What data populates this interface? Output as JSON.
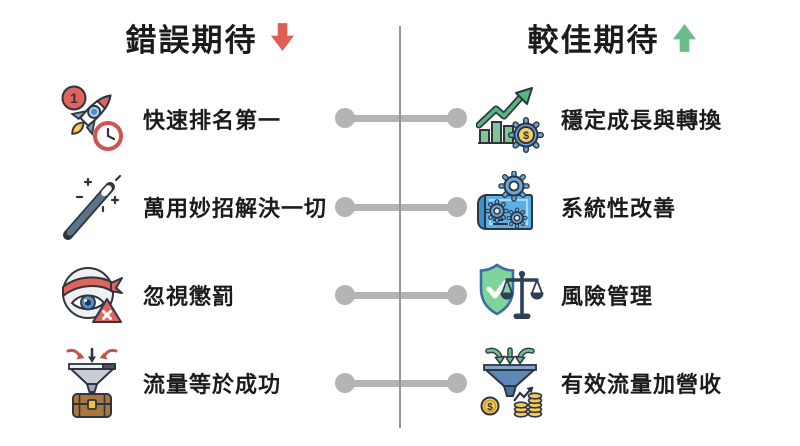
{
  "colors": {
    "accent_red": "#df5f57",
    "accent_green": "#68bd88",
    "connector_gray": "#b4b4b4",
    "divider_gray": "#919599",
    "text": "#1b1b1b"
  },
  "left": {
    "title": "錯誤期待",
    "arrow": "down",
    "items": [
      {
        "label": "快速排名第一",
        "icon": "rocket-clock-icon"
      },
      {
        "label": "萬用妙招解決一切",
        "icon": "magic-wand-icon"
      },
      {
        "label": "忽視懲罰",
        "icon": "blindfold-penalty-icon"
      },
      {
        "label": "流量等於成功",
        "icon": "funnel-chest-icon"
      }
    ]
  },
  "right": {
    "title": "較佳期待",
    "arrow": "up",
    "items": [
      {
        "label": "穩定成長與轉換",
        "icon": "growth-chart-coin-gear-icon"
      },
      {
        "label": "系統性改善",
        "icon": "blueprint-gears-icon"
      },
      {
        "label": "風險管理",
        "icon": "shield-check-scales-icon"
      },
      {
        "label": "有效流量加營收",
        "icon": "funnel-coins-revenue-icon"
      }
    ]
  },
  "glyphs": {
    "badge_one": "1",
    "dollar": "$"
  }
}
